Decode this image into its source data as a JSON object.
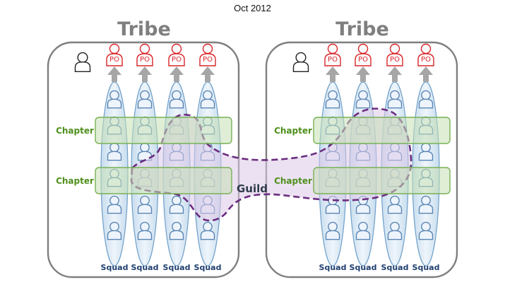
{
  "header": {
    "date": "Oct 2012"
  },
  "tribes": [
    {
      "title": "Tribe",
      "chapters": [
        "Chapter",
        "Chapter"
      ],
      "squads": [
        "Squad",
        "Squad",
        "Squad",
        "Squad"
      ],
      "po_labels": [
        "PO",
        "PO",
        "PO",
        "PO"
      ]
    },
    {
      "title": "Tribe",
      "chapters": [
        "Chapter",
        "Chapter"
      ],
      "squads": [
        "Squad",
        "Squad",
        "Squad",
        "Squad"
      ],
      "po_labels": [
        "PO",
        "PO",
        "PO",
        "PO"
      ]
    }
  ],
  "guild": {
    "label": "Guild"
  },
  "colors": {
    "tribe_title": "#7f7f7f",
    "tribe_border": "#7f7f7f",
    "po": "#d9262a",
    "chapter_text": "#4f8f1c",
    "chapter_fill": "#c6e0b4",
    "chapter_stroke": "#77b155",
    "squad_text": "#1f3f6f",
    "squad_fill": "#d3e6f4",
    "squad_stroke": "#6e9fc9",
    "person": "#5a86b5",
    "guild_fill": "#dcc9e8",
    "guild_stroke": "#6b2d7f",
    "arrow": "#a6a6a6"
  }
}
